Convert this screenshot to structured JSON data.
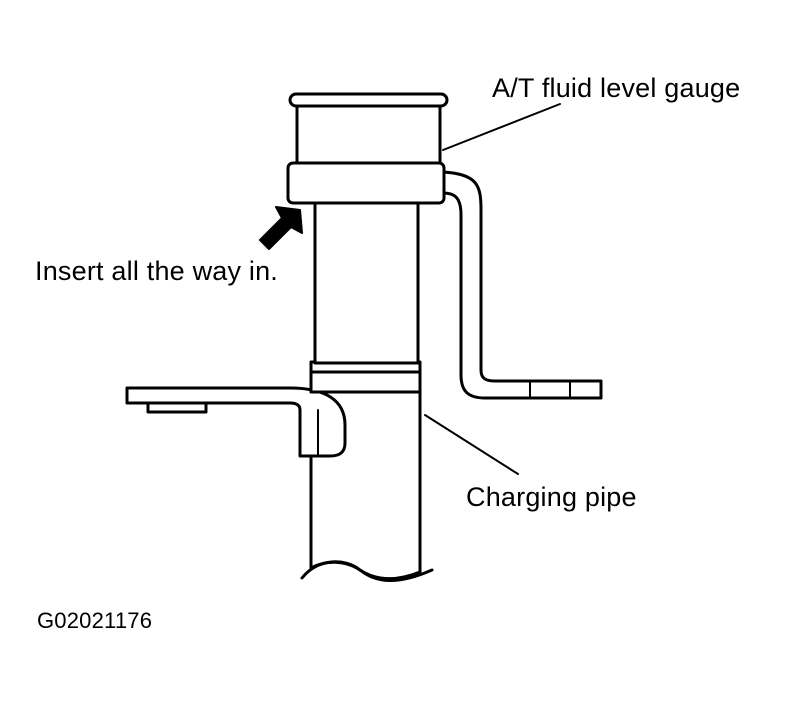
{
  "labels": {
    "gauge": "A/T fluid level gauge",
    "insert": "Insert all the way in.",
    "pipe": "Charging pipe"
  },
  "figure_code": "G02021176",
  "colors": {
    "line": "#000000",
    "background": "#ffffff"
  }
}
